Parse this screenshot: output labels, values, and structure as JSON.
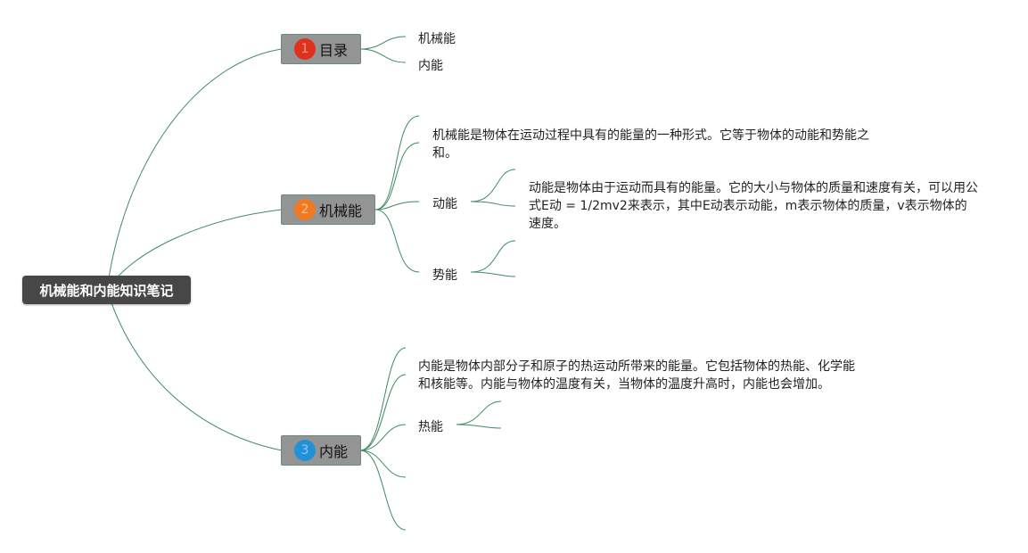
{
  "colors": {
    "link": "#3f8a62",
    "badge1": "#e0311d",
    "badge1_text": "#f39a8e",
    "badge2": "#f07a22",
    "badge2_text": "#f9c19a",
    "badge3": "#2391d8",
    "badge3_text": "#8fc8ee"
  },
  "root": {
    "label": "机械能和内能知识笔记"
  },
  "branches": [
    {
      "number": "1",
      "label": "目录",
      "children": [
        "机械能",
        "内能"
      ]
    },
    {
      "number": "2",
      "label": "机械能",
      "definition": "机械能是物体在运动过程中具有的能量的一种形式。它等于物体的动能和势能之和。",
      "kinetic": {
        "label": "动能",
        "definition": "动能是物体由于运动而具有的能量。它的大小与物体的质量和速度有关，可以用公式E动 = 1/2mv2来表示，其中E动表示动能，m表示物体的质量，v表示物体的速度。"
      },
      "potential": {
        "label": "势能"
      }
    },
    {
      "number": "3",
      "label": "内能",
      "definition": "内能是物体内部分子和原子的热运动所带来的能量。它包括物体的热能、化学能和核能等。内能与物体的温度有关，当物体的温度升高时，内能也会增加。",
      "thermal": {
        "label": "热能"
      }
    }
  ]
}
